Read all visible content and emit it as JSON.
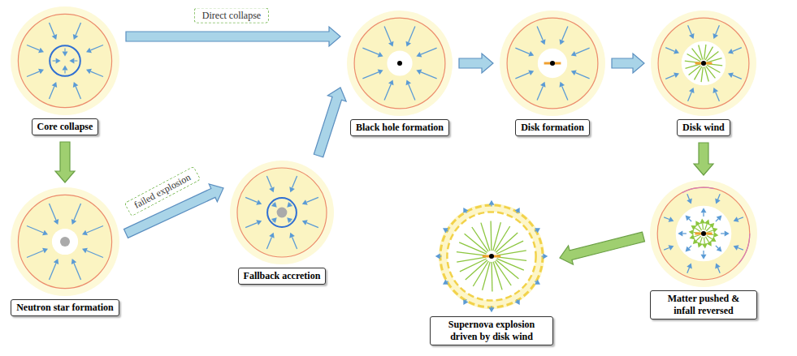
{
  "diagram": {
    "nodes": [
      {
        "text": [
          "Core collapse"
        ]
      },
      {
        "text": [
          "Neutron star formation"
        ]
      },
      {
        "text": [
          "Fallback accretion"
        ]
      },
      {
        "text": [
          "Black hole formation"
        ]
      },
      {
        "text": [
          "Disk formation"
        ]
      },
      {
        "text": [
          "Disk wind"
        ]
      },
      {
        "text": [
          "Matter pushed & infall reversed"
        ]
      },
      {
        "text": [
          "Supernova explosion driven by disk wind"
        ]
      }
    ],
    "edges": [
      {
        "from": 0,
        "to": 3,
        "label": "Direct collapse",
        "arrow": "to"
      },
      {
        "from": 0,
        "to": 1,
        "arrow": "to"
      },
      {
        "from": 1,
        "to": 2,
        "label": "failed explosion",
        "arrow": "to"
      },
      {
        "from": 2,
        "to": 3,
        "arrow": "to"
      },
      {
        "from": 3,
        "to": 4,
        "arrow": "to"
      },
      {
        "from": 4,
        "to": 5,
        "arrow": "to"
      },
      {
        "from": 5,
        "to": 6,
        "arrow": "to"
      },
      {
        "from": 6,
        "to": 7,
        "arrow": "to"
      }
    ]
  }
}
